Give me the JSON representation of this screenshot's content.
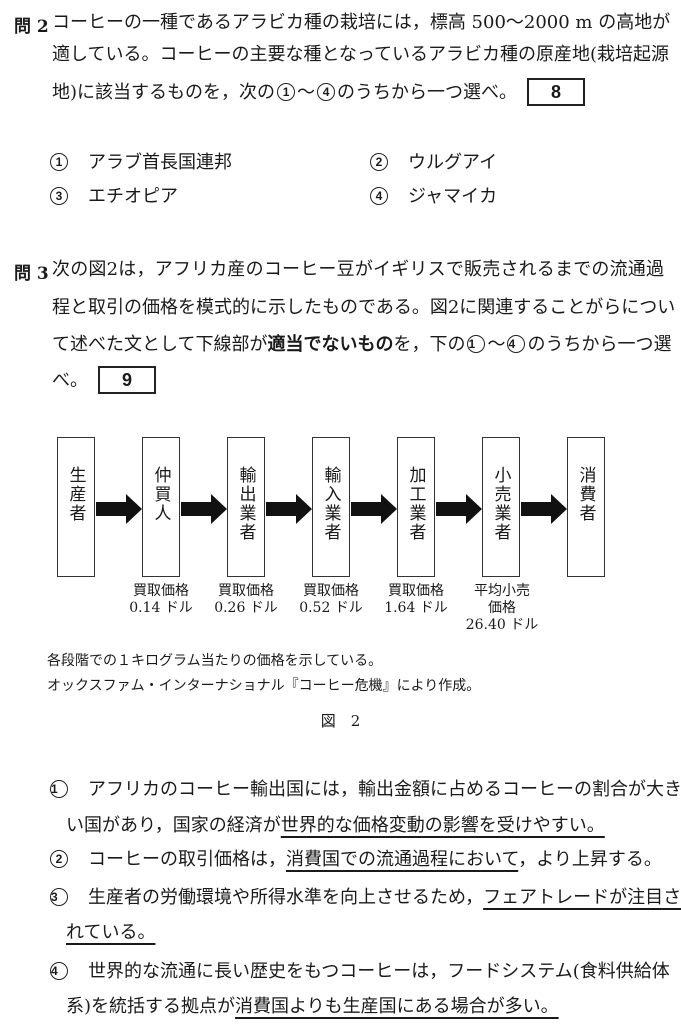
{
  "q2": {
    "label": "問 2",
    "lines": [
      "コーヒーの一種であるアラビカ種の栽培には，標高 500～2000 m の高地が",
      "適している。コーヒーの主要な種となっているアラビカ種の原産地(栽培起源",
      "地)に該当するものを，次の"
    ],
    "line3_tail": "のうちから一つ選べ。",
    "range_start": "1",
    "range_sep": "～",
    "range_end": "4",
    "answer_box": "8",
    "options": [
      {
        "num": "1",
        "text": "アラブ首長国連邦"
      },
      {
        "num": "2",
        "text": "ウルグアイ"
      },
      {
        "num": "3",
        "text": "エチオピア"
      },
      {
        "num": "4",
        "text": "ジャマイカ"
      }
    ]
  },
  "q3": {
    "label": "問 3",
    "lines": [
      "次の図2は，アフリカ産のコーヒー豆がイギリスで販売されるまでの流通過",
      "程と取引の価格を模式的に示したものである。図2に関連することがらについ",
      "て述べた文として下線部が"
    ],
    "bold": "適当でないもの",
    "line3_mid": "を，下の",
    "line3_tail": "のうちから一つ選",
    "line4": "べ。",
    "answer_box": "9"
  },
  "figure": {
    "stages": [
      "生産者",
      "仲買人",
      "輸出業者",
      "輸入業者",
      "加工業者",
      "小売業者",
      "消費者"
    ],
    "prices": [
      {
        "label": "買取価格",
        "value": "0.14 ドル"
      },
      {
        "label": "買取価格",
        "value": "0.26 ドル"
      },
      {
        "label": "買取価格",
        "value": "0.52 ドル"
      },
      {
        "label": "買取価格",
        "value": "1.64 ドル"
      },
      {
        "label": "平均小売\n価格",
        "value": "26.40 ドル"
      }
    ],
    "retail_label_1": "平均小売",
    "retail_label_2": "価格",
    "note1": "各段階での１キログラム当たりの価格を示している。",
    "note2": "オックスファム・インターナショナル『コーヒー危機』により作成。",
    "caption": "図　2"
  },
  "statements": [
    {
      "num": "1",
      "l1": "アフリカのコーヒー輸出国には，輸出金額に占めるコーヒーの割合が大き",
      "l2a": "い国があり，国家の経済が",
      "l2u": "世界的な価格変動の影響を受けやすい。"
    },
    {
      "num": "2",
      "a": "コーヒーの取引価格は，",
      "u": "消費国での流通過程において",
      "b": "，より上昇する。"
    },
    {
      "num": "3",
      "a": "生産者の労働環境や所得水準を向上させるため，",
      "u": "フェアトレードが注目さ",
      "l2u": "れている。"
    },
    {
      "num": "4",
      "l1": "世界的な流通に長い歴史をもつコーヒーは，フードシステム(食料供給体",
      "l2a": "系)を統括する拠点が",
      "l2u": "消費国よりも生産国にある場合が多い。"
    }
  ]
}
